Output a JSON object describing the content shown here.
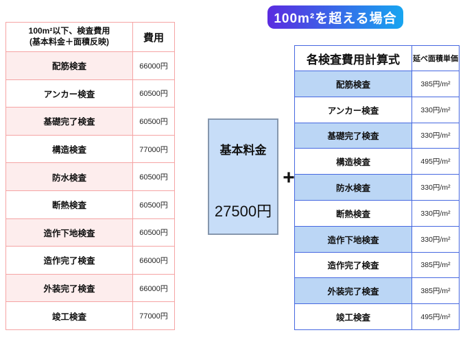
{
  "badge": {
    "label": "100m²を超える場合"
  },
  "left_table": {
    "header": {
      "title_line1": "100m²以下、検査費用",
      "title_line2": "(基本料金＋面積反映)",
      "value_col": "費用"
    },
    "rows": [
      {
        "label": "配筋検査",
        "value": "66000円"
      },
      {
        "label": "アンカー検査",
        "value": "60500円"
      },
      {
        "label": "基礎完了検査",
        "value": "60500円"
      },
      {
        "label": "構造検査",
        "value": "77000円"
      },
      {
        "label": "防水検査",
        "value": "60500円"
      },
      {
        "label": "断熱検査",
        "value": "60500円"
      },
      {
        "label": "造作下地検査",
        "value": "60500円"
      },
      {
        "label": "造作完了検査",
        "value": "66000円"
      },
      {
        "label": "外装完了検査",
        "value": "66000円"
      },
      {
        "label": "竣工検査",
        "value": "77000円"
      }
    ]
  },
  "right_table": {
    "header": {
      "title": "各検査費用計算式",
      "value_col": "延べ面積単価"
    },
    "rows": [
      {
        "label": "配筋検査",
        "value": "385円/m²"
      },
      {
        "label": "アンカー検査",
        "value": "330円/m²"
      },
      {
        "label": "基礎完了検査",
        "value": "330円/m²"
      },
      {
        "label": "構造検査",
        "value": "495円/m²"
      },
      {
        "label": "防水検査",
        "value": "330円/m²"
      },
      {
        "label": "断熱検査",
        "value": "330円/m²"
      },
      {
        "label": "造作下地検査",
        "value": "330円/m²"
      },
      {
        "label": "造作完了検査",
        "value": "385円/m²"
      },
      {
        "label": "外装完了検査",
        "value": "385円/m²"
      },
      {
        "label": "竣工検査",
        "value": "495円/m²"
      }
    ]
  },
  "basic_fee_box": {
    "title": "基本料金",
    "amount": "27500円"
  },
  "plus_sign": "+",
  "colors": {
    "pink_border": "#F5A3A3",
    "pink_fill": "#FDEDED",
    "blue_border": "#4466E0",
    "blue_fill": "#BBD6F5",
    "box_fill": "#C7DDF8",
    "box_border": "#8596AD",
    "badge_gradient_start": "#5A2BE0",
    "badge_gradient_end": "#17A5F0"
  }
}
